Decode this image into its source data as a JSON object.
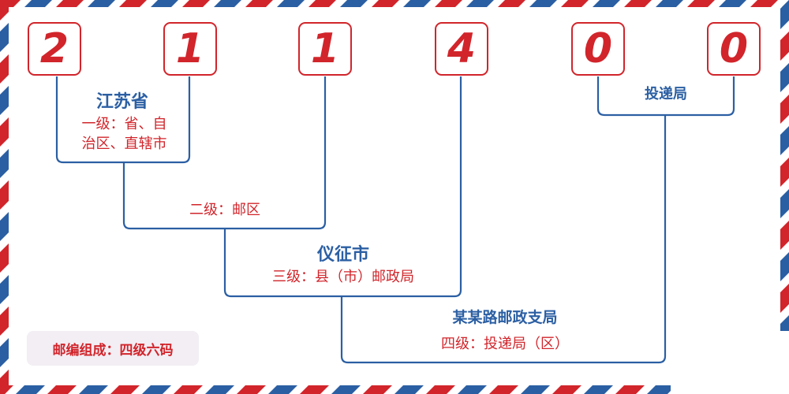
{
  "digits": [
    "2",
    "1",
    "1",
    "4",
    "0",
    "0"
  ],
  "levels": {
    "level1": {
      "place": "江苏省",
      "desc_line1": "一级：省、自",
      "desc_line2": "治区、直辖市"
    },
    "level2": {
      "desc": "二级：邮区"
    },
    "level3": {
      "place": "仪征市",
      "desc": "三级：县（市）邮政局"
    },
    "level4": {
      "place": "某某路邮政支局",
      "desc": "四级：投递局（区）"
    },
    "delivery": {
      "place": "投递局"
    }
  },
  "badge": {
    "text": "邮编组成：四级六码"
  },
  "colors": {
    "red": "#d1252b",
    "blue": "#2b5fa3",
    "badge_bg": "#f2eef4"
  }
}
